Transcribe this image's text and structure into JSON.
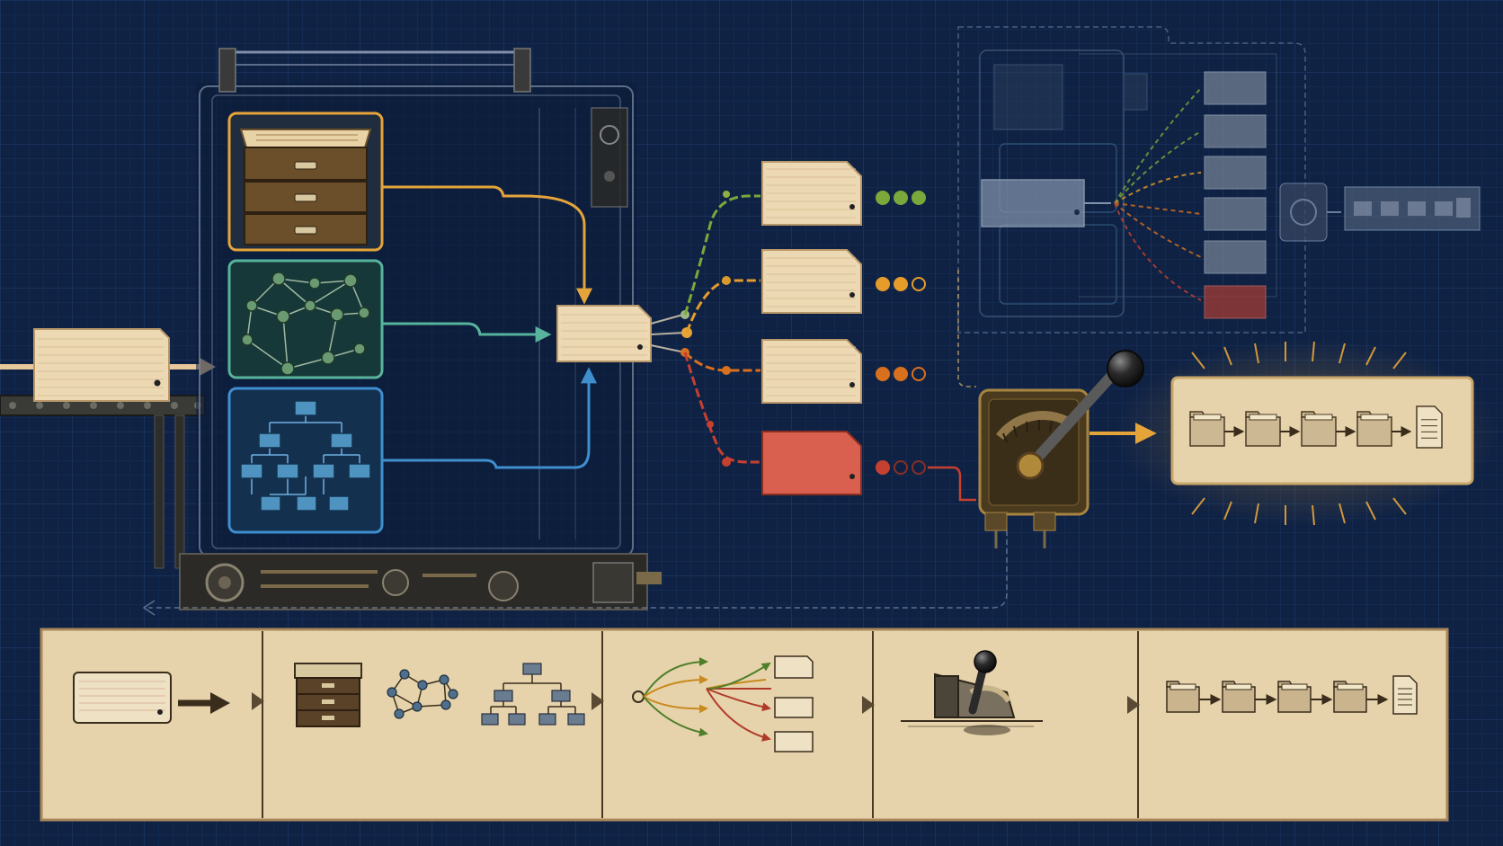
{
  "diagram": {
    "kind": "document-routing-pipeline",
    "printed_text": [],
    "colors": {
      "background": "#0f2244",
      "grid": "#1d3763",
      "paper": "#ecd9b4",
      "paper_line": "#d9b98e",
      "storage": "#e5a43a",
      "graph": "#58b39c",
      "hierarchy": "#3f8fcf",
      "route_green": "#7ba83a",
      "route_orange": "#e59c2a",
      "route_dark_orange": "#d9701e",
      "route_red": "#c64030",
      "red_card": "#d9604e",
      "brass": "#8a6a30",
      "legend_panel": "#e6d3ab",
      "legend_ink": "#3a2d1c"
    },
    "machine_modules": [
      {
        "id": "storage",
        "icon": "filing-cabinet-icon"
      },
      {
        "id": "graph",
        "icon": "network-graph-icon"
      },
      {
        "id": "hierarchy",
        "icon": "hierarchy-tree-icon"
      }
    ],
    "routes": [
      {
        "color": "route_green",
        "lit_dots": 3,
        "card": "paper"
      },
      {
        "color": "route_orange",
        "lit_dots": 2,
        "card": "paper"
      },
      {
        "color": "route_dark_orange",
        "lit_dots": 2,
        "card": "paper"
      },
      {
        "color": "route_red",
        "lit_dots": 1,
        "card": "red_card"
      }
    ],
    "output_chain": {
      "folders": 4,
      "documents": 1
    },
    "ghost_routes": 6,
    "legend_steps": [
      {
        "id": "input",
        "icon": "input-card-icon"
      },
      {
        "id": "process",
        "icon": "cabinet-graph-tree-icon"
      },
      {
        "id": "route",
        "icon": "branching-routes-icon"
      },
      {
        "id": "select",
        "icon": "lever-switch-icon"
      },
      {
        "id": "output",
        "icon": "folder-chain-icon"
      }
    ]
  }
}
